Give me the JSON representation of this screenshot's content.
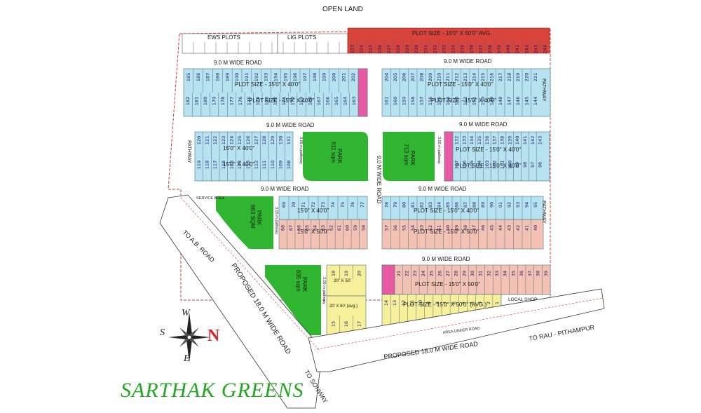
{
  "map": {
    "title": "SARTHAK GREENS",
    "top_label": "OPEN LAND",
    "colors": {
      "lig_plots": "#d8433b",
      "standard_plots": "#b7e2f0",
      "large_plots": "#f4c2b3",
      "avg_plots": "#f6f09a",
      "corner_plots": "#e85aa4",
      "park": "#2fb52f",
      "ews_plots": "#ffffff",
      "boundary": "#d23a3a",
      "road": "#ffffff",
      "title": "#22a822"
    },
    "sections": {
      "ews": "EWS PLOTS",
      "lig": "LIG PLOTS",
      "top_red": "PLOT SIZE - 15'0\" X 50'0\" AVG."
    },
    "roads": {
      "road_top_left": "9.0 M WIDE ROAD",
      "road_top_right": "9.0 M WIDE ROAD",
      "road_mid1": "9.0 M WIDE ROAD",
      "road_mid1_right": "9.0 M WIDE ROAD",
      "road_mid2_left": "9.0 M WIDE ROAD",
      "road_mid2_right": "9.0 M WIDE ROAD",
      "road_vertical": "9.0 M WIDE ROAD",
      "road_lower_right": "9.0 M WIDE ROAD",
      "proposed_west": "PROPOSED 18.0 M WIDE ROAD",
      "proposed_south": "PROPOSED 18.0 M WIDE ROAD",
      "to_ab_road": "TO A.B. ROAD",
      "to_sonway": "TO SONWAY",
      "to_rau": "TO RAU - PITHAMPUR",
      "area_under_road": "AREA UNDER ROAD",
      "service_area": "SERVICE AREA"
    },
    "pathways": {
      "pathway_right_1": "PATHWAY",
      "pathway_left": "PATHWAY",
      "pathway_right_2": "PATHWAY",
      "pathway_park1": "3.05 m pathway",
      "pathway_park2": "3.05 m pathway",
      "pathway_park3": "3.05 m pathway",
      "pathway_park4": "3.05 m pathway"
    },
    "parks": {
      "park1": {
        "name": "PARK",
        "area": "811 sqm"
      },
      "park2": {
        "name": "PARK",
        "area": "713 sqm"
      },
      "park3": {
        "name": "PARK",
        "area": "663 SQM"
      },
      "park4": {
        "name": "PARK",
        "area": "635 sqm"
      }
    },
    "plot_size_labels": {
      "b1_top": "PLOT SIZE - 15'0\" X 40'0\"",
      "b1_bottom": "PLOT SIZE - 15'0\" X 40'0\"",
      "b2_top": "PLOT SIZE - 15'0\" X 40'0\"",
      "b2_bottom": "PLOT SIZE - 15'0\" X 40'0\"",
      "b3_top": "15'0\" X 40'0\"",
      "b3_bottom": "15'0\" X 40'0\"",
      "b4_top": "PLOT SIZE - 15'0\" X 40'0\"",
      "b4_bottom": "PLOT SIZE - 15'0\" X 40'0\"",
      "b5_top": "15'0\" X 40'0\"",
      "b5_bottom": "15'0\" X 50'0\"",
      "b6_top": "PLOT SIZE - 15'0\" X 40'0\"",
      "b6_bottom": "PLOT SIZE - 15'0\" X 50'0\"",
      "b7_top": "PLOT SIZE - 15'0\" X 50'0\"",
      "b7_bottom": "PLOT SIZE - 15'0\" X 50'0\" (AVG.)",
      "b8_top": "20' X 50'",
      "b8_bottom": "20' X 60' (avg.)",
      "local_shop": "LOCAL SHOP"
    },
    "compass": {
      "n": "N",
      "s": "S",
      "e": "E",
      "w": "W"
    },
    "plot_numbers": {
      "b1_top": [
        "185",
        "186",
        "187",
        "188",
        "189",
        "190",
        "191",
        "192",
        "193",
        "194",
        "195",
        "196",
        "197",
        "198",
        "199",
        "200",
        "201",
        "202"
      ],
      "b1_bottom": [
        "182",
        "181",
        "180",
        "179",
        "178",
        "177",
        "176",
        "175",
        "174",
        "173",
        "172",
        "171",
        "170",
        "169",
        "168",
        "167",
        "166",
        "165",
        "164",
        "163"
      ],
      "b2_top": [
        "204",
        "205",
        "206",
        "207",
        "208",
        "209",
        "210",
        "211",
        "212",
        "213",
        "214",
        "215",
        "216",
        "217",
        "218",
        "219",
        "220",
        "221"
      ],
      "b2_bottom": [
        "161",
        "160",
        "159",
        "158",
        "157",
        "156",
        "155",
        "154",
        "153",
        "152",
        "151",
        "150",
        "149",
        "148",
        "147",
        "146",
        "145",
        "144"
      ],
      "b3_top": [
        "120",
        "121",
        "122",
        "123",
        "124",
        "125",
        "126",
        "127",
        "128",
        "129",
        "130",
        "131"
      ],
      "b3_bottom": [
        "119",
        "118",
        "117",
        "116",
        "115",
        "114",
        "113",
        "112",
        "111",
        "110",
        "109",
        "108"
      ],
      "b4_top": [
        "132",
        "133",
        "134",
        "135",
        "136",
        "137",
        "138",
        "139",
        "140",
        "141",
        "142",
        "143"
      ],
      "b4_bottom": [
        "107",
        "106",
        "105",
        "104",
        "103",
        "102",
        "101",
        "100",
        "99",
        "98",
        "97",
        "96"
      ],
      "b5_top": [
        "69",
        "70",
        "71",
        "72",
        "73",
        "74",
        "75",
        "76",
        "77"
      ],
      "b5_bottom": [
        "68",
        "67",
        "66",
        "65",
        "64",
        "63",
        "62",
        "61",
        "60",
        "59",
        "58"
      ],
      "b6_top": [
        "78",
        "79",
        "80",
        "81",
        "82",
        "83",
        "84",
        "85",
        "86",
        "87",
        "88",
        "89",
        "90",
        "91",
        "92",
        "93",
        "94",
        "95"
      ],
      "b6_bottom": [
        "57",
        "56",
        "55",
        "54",
        "53",
        "52",
        "51",
        "50",
        "49",
        "48",
        "47",
        "46",
        "45",
        "44",
        "43",
        "42",
        "41",
        "40"
      ],
      "b7_top": [
        "21",
        "22",
        "23",
        "24",
        "25",
        "26",
        "27",
        "28",
        "29",
        "30",
        "31",
        "32",
        "33",
        "34",
        "35",
        "36",
        "37",
        "38",
        "39"
      ],
      "b7_bottom": [
        "14",
        "13",
        "12",
        "11",
        "10",
        "9",
        "8",
        "7",
        "6",
        "5",
        "4",
        "3",
        "2",
        "1"
      ],
      "b8_top": [
        "18",
        "19",
        "20"
      ],
      "b8_bottom": [
        "15",
        "16",
        "17"
      ],
      "top_red": [
        "223",
        "224",
        "225",
        "226",
        "227",
        "228",
        "229",
        "230",
        "231",
        "232",
        "233",
        "234",
        "235",
        "236",
        "237",
        "238",
        "239",
        "240",
        "241",
        "242",
        "243",
        "244"
      ]
    }
  }
}
